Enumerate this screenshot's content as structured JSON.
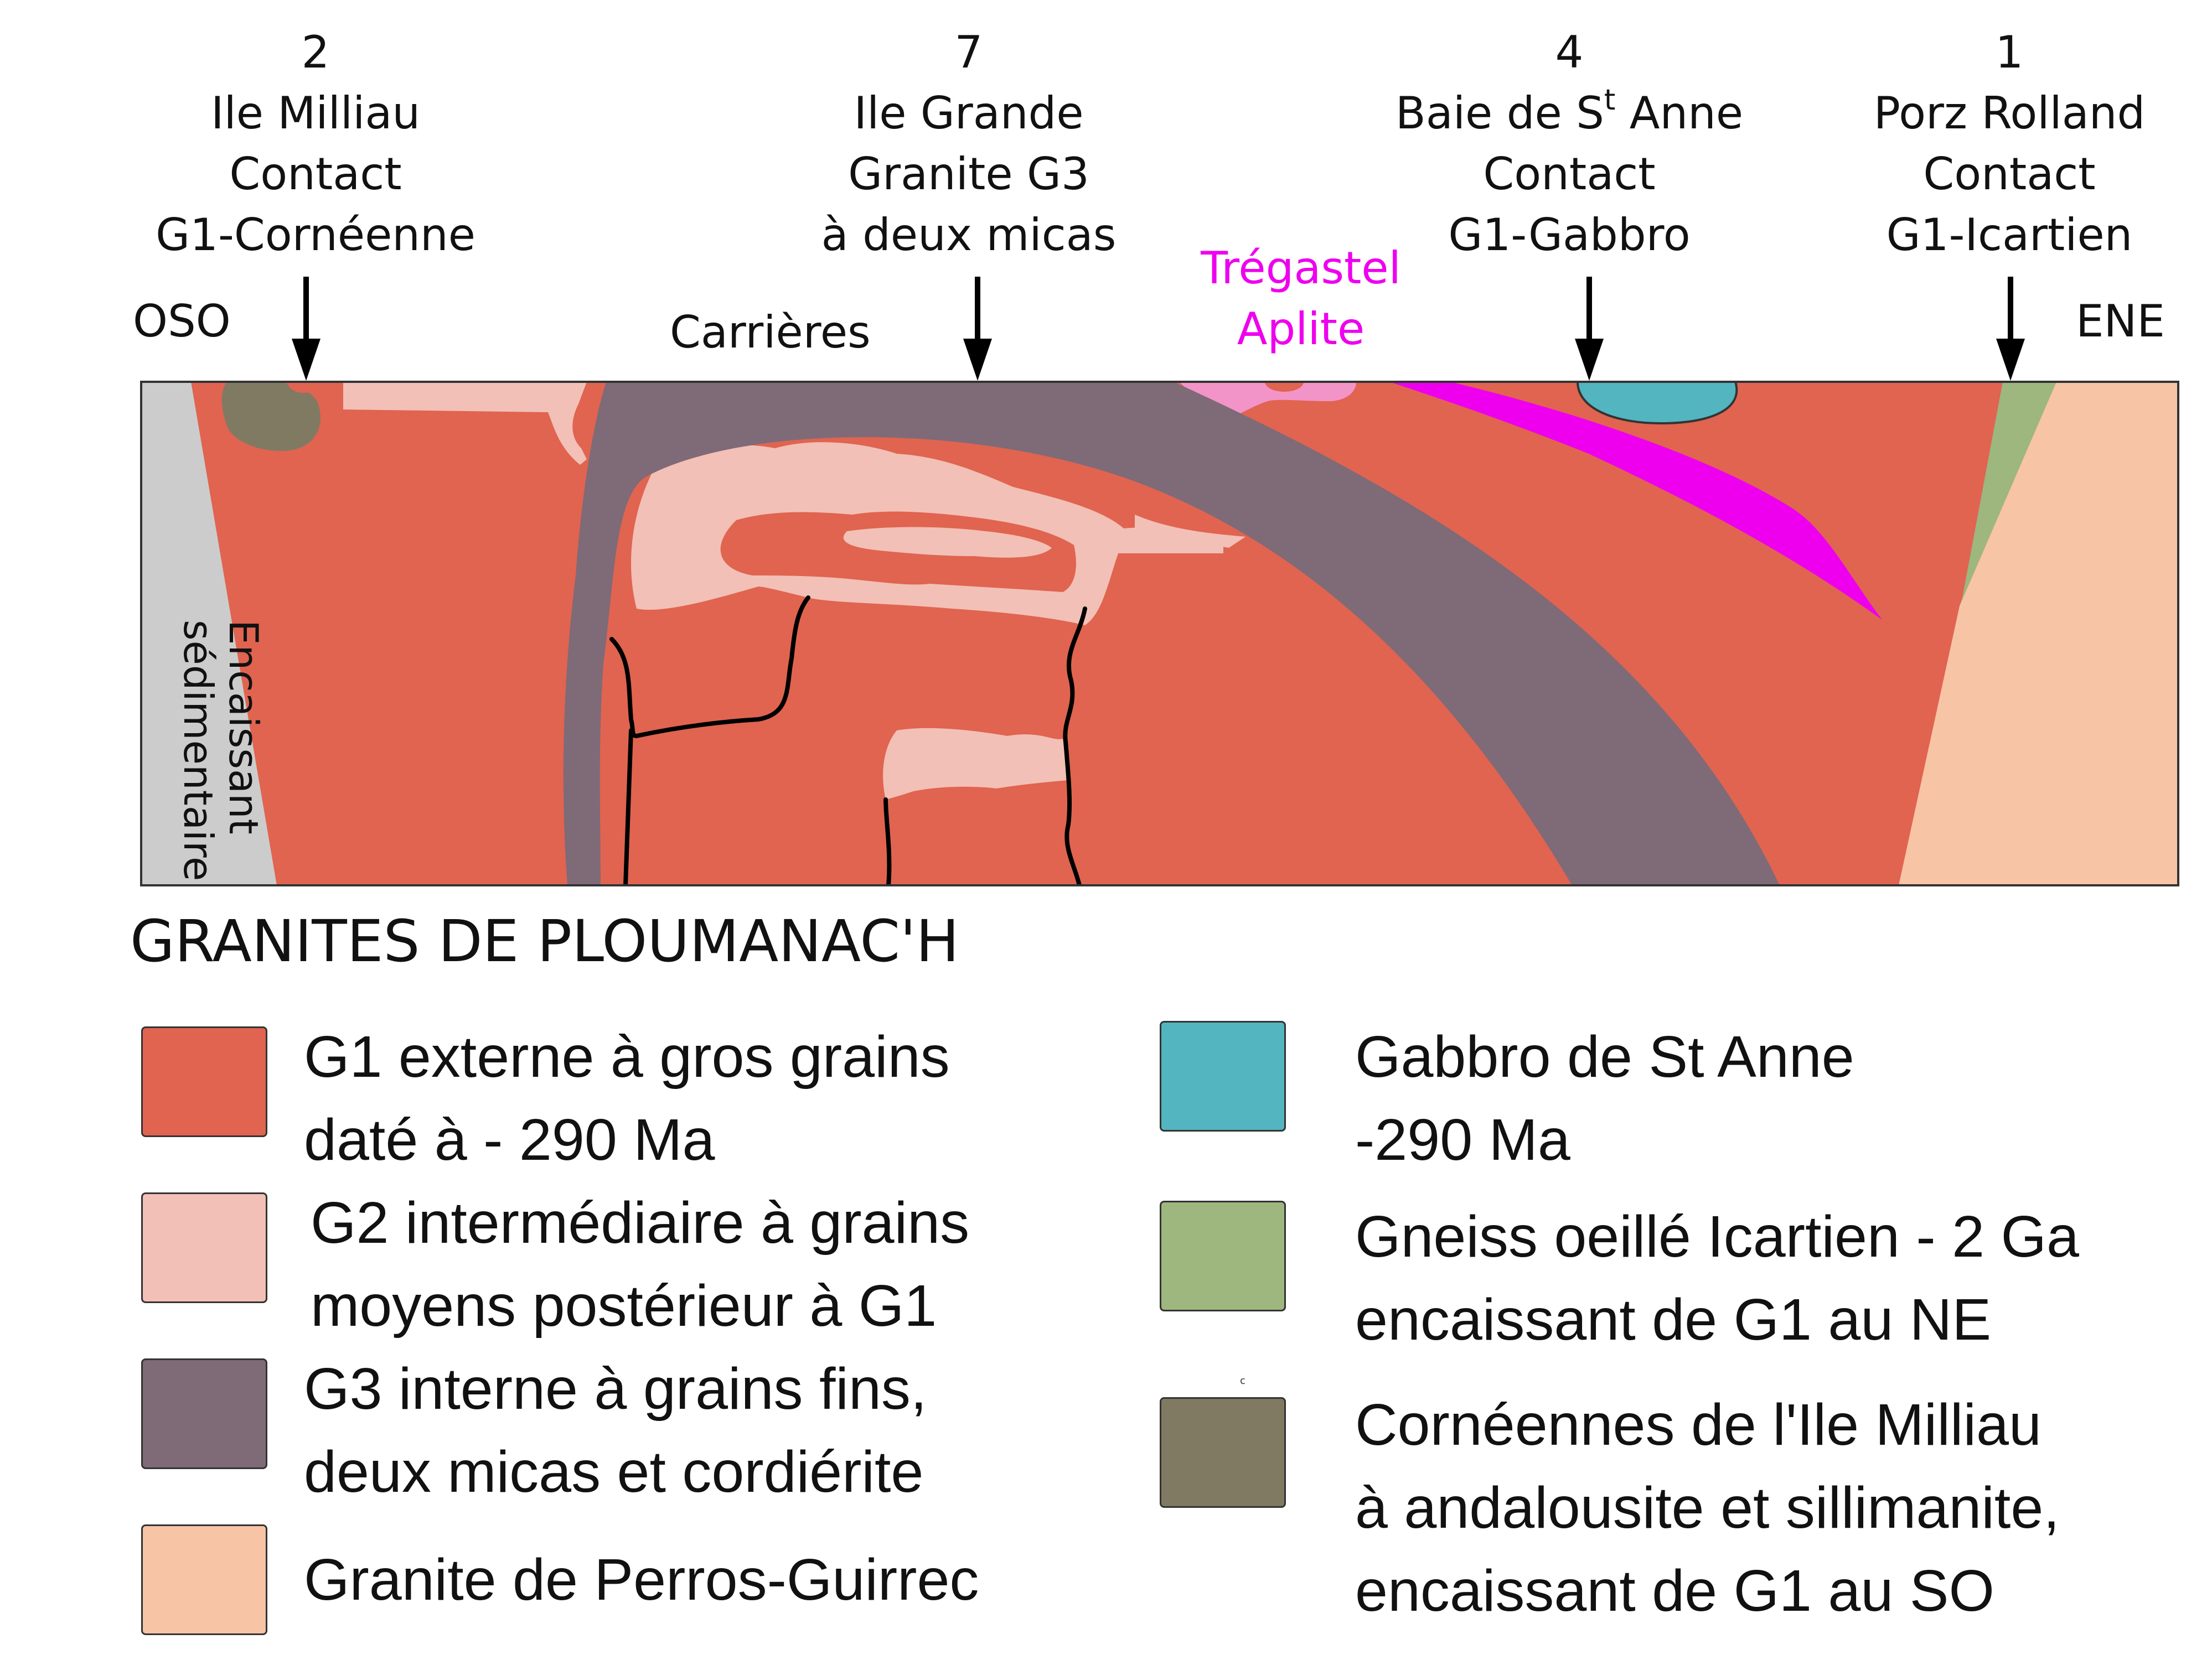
{
  "localities": [
    {
      "number": "2",
      "lines": [
        "Ile Milliau",
        "Contact",
        "G1-Cornéenne"
      ]
    },
    {
      "number": "7",
      "lines": [
        "Ile Grande",
        "Granite G3",
        "à deux micas"
      ]
    },
    {
      "number": "4",
      "lines": [
        "Baie de S",
        "t",
        " Anne",
        "Contact",
        "G1-Gabbro"
      ]
    },
    {
      "number": "1",
      "lines": [
        "Porz Rolland",
        "Contact",
        "G1-Icartien"
      ]
    }
  ],
  "orientation": {
    "west": "OSO",
    "east": "ENE"
  },
  "carrieres": "Carrières",
  "tregastel": {
    "line1": "Trégastel",
    "line2": "Aplite",
    "color": "#ee00ee"
  },
  "encaissant": {
    "line1": "Encaissant",
    "line2": "sédimentaire"
  },
  "legend": {
    "title": "GRANITES  DE PLOUMANAC'H",
    "small_mark": "c",
    "items": [
      {
        "color": "#e06450",
        "line1": "G1 externe à gros grains",
        "line2": "daté à - 290 Ma"
      },
      {
        "color": "#f2c0b6",
        "line1": "G2 intermédiaire à  grains",
        "line2": "moyens postérieur à G1"
      },
      {
        "color": "#7f6a78",
        "line1": "G3 interne à grains fins,",
        "line2": "deux micas et cordiérite"
      },
      {
        "color": "#f7c4a5",
        "line1": "Granite de Perros-Guirrec"
      },
      {
        "color": "#52b5c0",
        "line1": "Gabbro de St Anne",
        "line2": "-290 Ma"
      },
      {
        "color": "#9db77f",
        "line1": "Gneiss oeillé Icartien - 2 Ga",
        "line2": "encaissant de G1 au NE"
      },
      {
        "color": "#817a62",
        "line1": "Cornéennes de l'Ile Milliau",
        "line2": "à andalousite et sillimanite,",
        "line3": "encaissant de G1 au SO"
      }
    ]
  },
  "colors": {
    "g1": "#e06450",
    "g2": "#f2c0b6",
    "g3": "#7f6a78",
    "perros": "#f7c4a5",
    "gabbro": "#52b5c0",
    "gneiss": "#9db77f",
    "corneenne": "#817a62",
    "sediment": "#cccccc",
    "aplite": "#ee00ee",
    "tregastel_zone": "#f394c8"
  }
}
